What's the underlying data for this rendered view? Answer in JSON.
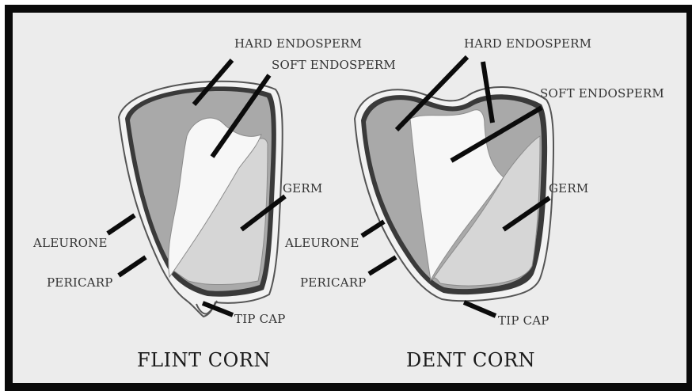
{
  "diagrams": [
    {
      "caption": "FLINT CORN",
      "labels": {
        "hard_endosperm": "HARD ENDOSPERM",
        "soft_endosperm": "SOFT ENDOSPERM",
        "germ": "GERM",
        "aleurone": "ALEURONE",
        "pericarp": "PERICARP",
        "tip_cap": "TIP CAP"
      }
    },
    {
      "caption": "DENT CORN",
      "labels": {
        "hard_endosperm": "HARD ENDOSPERM",
        "soft_endosperm": "SOFT ENDOSPERM",
        "germ": "GERM",
        "aleurone": "ALEURONE",
        "pericarp": "PERICARP",
        "tip_cap": "TIP CAP"
      }
    }
  ],
  "colors": {
    "frame": "#0a0a0a",
    "background": "#ececec",
    "hard_endosperm": "#a9a9a9",
    "soft_endosperm": "#f7f7f7",
    "germ": "#d6d6d6",
    "aleurone": "#3a3a3a",
    "pericarp": "#f2f2f2"
  }
}
